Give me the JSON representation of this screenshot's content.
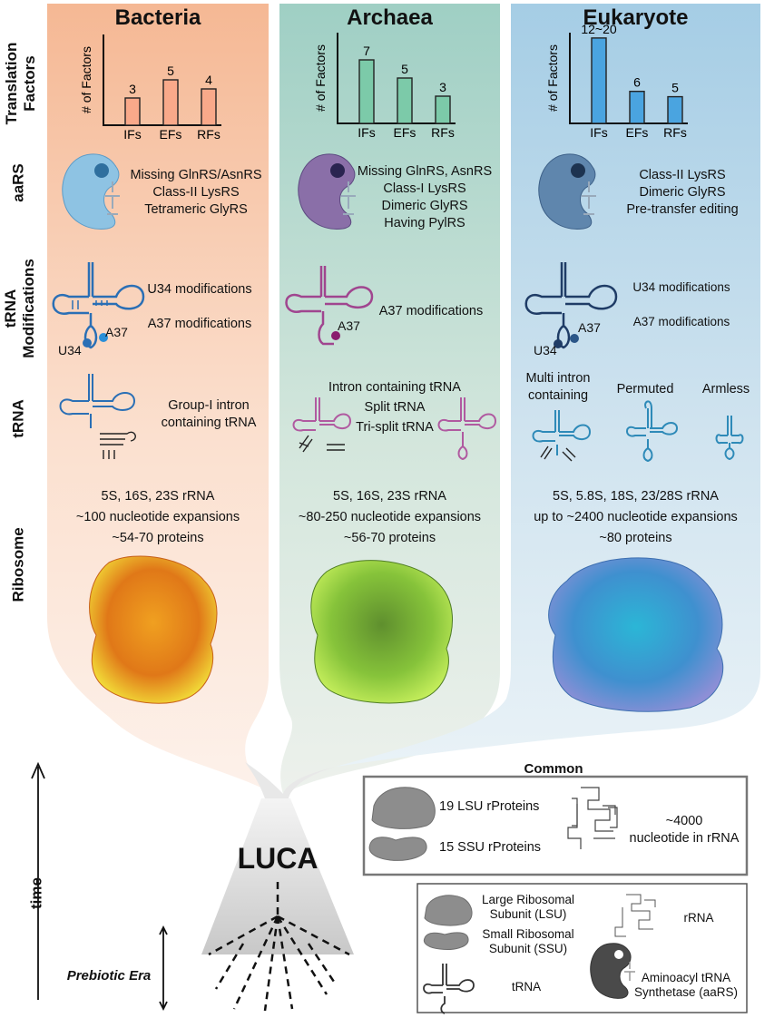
{
  "columns": [
    {
      "title": "Bacteria",
      "aars": [
        "Missing GlnRS/AsnRS",
        "Class-II LysRS",
        "Tetrameric GlyRS"
      ],
      "mods": [
        "U34 modifications",
        "A37 modifications"
      ],
      "mod_tags": [
        "A37",
        "U34"
      ],
      "trna_text": [
        "Group-I intron",
        "containing tRNA"
      ],
      "ribosome": [
        "5S, 16S, 23S rRNA",
        "~100 nucleotide expansions",
        "~54-70 proteins"
      ],
      "color": "#f6bfa0"
    },
    {
      "title": "Archaea",
      "aars": [
        "Missing GlnRS, AsnRS",
        "Class-I LysRS",
        "Dimeric GlyRS",
        "Having PylRS"
      ],
      "mods": [
        "A37 modifications"
      ],
      "mod_tags": [
        "A37"
      ],
      "trna_text": [
        "Intron containing tRNA",
        "Split tRNA",
        "Tri-split tRNA"
      ],
      "ribosome": [
        "5S, 16S, 23S rRNA",
        "~80-250 nucleotide expansions",
        "~56-70 proteins"
      ],
      "color": "#a6d3c8"
    },
    {
      "title": "Eukaryote",
      "aars": [
        "Class-II LysRS",
        "Dimeric GlyRS",
        "Pre-transfer editing"
      ],
      "mods": [
        "U34 modifications",
        "A37 modifications"
      ],
      "mod_tags": [
        "A37",
        "U34"
      ],
      "trna_types": [
        "Multi intron\ncontaining",
        "Permuted",
        "Armless"
      ],
      "ribosome": [
        "5S, 5.8S, 18S, 23/28S rRNA",
        "up to ~2400 nucleotide expansions",
        "~80 proteins"
      ],
      "color": "#a9cfe4"
    }
  ],
  "row_labels": [
    "Translation Factors",
    "aaRS",
    "tRNA Modifications",
    "tRNA",
    "Ribosome"
  ],
  "chart_data": [
    {
      "type": "bar",
      "categories": [
        "IFs",
        "EFs",
        "RFs"
      ],
      "values": [
        3,
        5,
        4
      ],
      "data_labels": [
        "3",
        "5",
        "4"
      ],
      "ylabel": "# of Factors",
      "ylim": [
        0,
        10
      ],
      "color": "#f9a98a"
    },
    {
      "type": "bar",
      "categories": [
        "IFs",
        "EFs",
        "RFs"
      ],
      "values": [
        7,
        5,
        3
      ],
      "data_labels": [
        "7",
        "5",
        "3"
      ],
      "ylabel": "# of Factors",
      "ylim": [
        0,
        10
      ],
      "color": "#7ccaa9"
    },
    {
      "type": "bar",
      "categories": [
        "IFs",
        "EFs",
        "RFs"
      ],
      "values": [
        16,
        6,
        5
      ],
      "data_labels": [
        "12~20",
        "6",
        "5"
      ],
      "ylabel": "# of Factors",
      "ylim": [
        0,
        17
      ],
      "color": "#4aa4e0"
    }
  ],
  "luca": {
    "title": "LUCA",
    "era": "Prebiotic Era",
    "time": "time"
  },
  "common": {
    "title": "Common",
    "lsu": "19 LSU rProteins",
    "ssu": "15 SSU rProteins",
    "rrna": "~4000\nnucleotide in rRNA"
  },
  "legend": {
    "lsu": "Large Ribosomal\nSubunit (LSU)",
    "ssu": "Small Ribosomal\nSubunit (SSU)",
    "rrna": "rRNA",
    "trna": "tRNA",
    "aars": "Aminoacyl tRNA\nSynthetase (aaRS)"
  },
  "colors": {
    "bacteria_top": "#f5b894",
    "archaea_top": "#9fcfc4",
    "eukaryote_top": "#a5cde5",
    "bacteria_trna": "#2a6fb5",
    "archaea_trna": "#a0458f",
    "eukaryote_trna": "#1f3c66"
  }
}
